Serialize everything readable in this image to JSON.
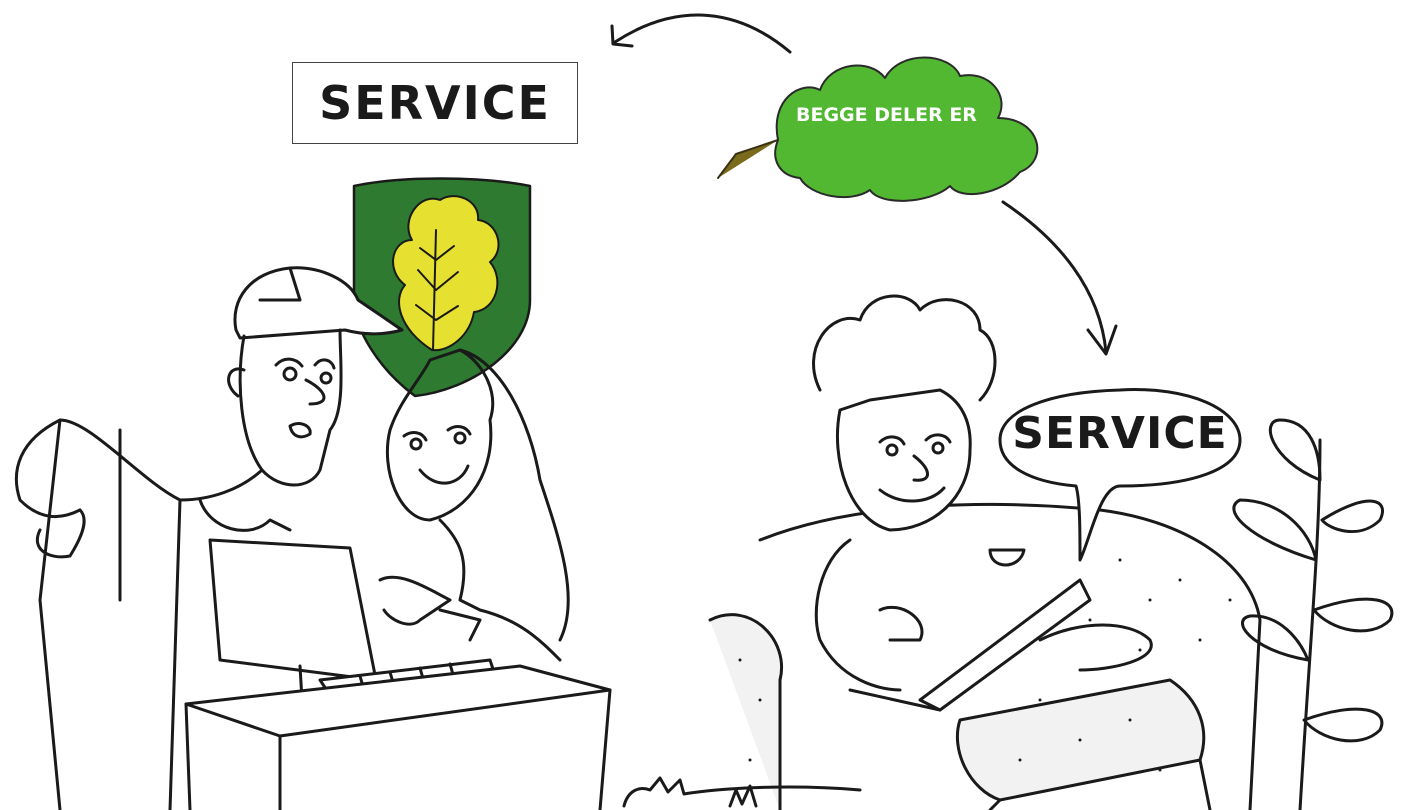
{
  "labels": {
    "service_box": "SERVICE",
    "leaf_text": "BEGGE DELER ER",
    "speech_bubble": "SERVICE"
  },
  "colors": {
    "leaf_green": "#52b832",
    "shield_green": "#2d7a30",
    "shield_leaf_yellow": "#e6e030",
    "stem_olive": "#7a6a1c",
    "ink": "#1a1a1a",
    "couch_gray": "#f2f2f2"
  },
  "icons": [
    "oak-leaf-icon",
    "coat-of-arms-shield-icon",
    "curved-arrow-icon"
  ]
}
